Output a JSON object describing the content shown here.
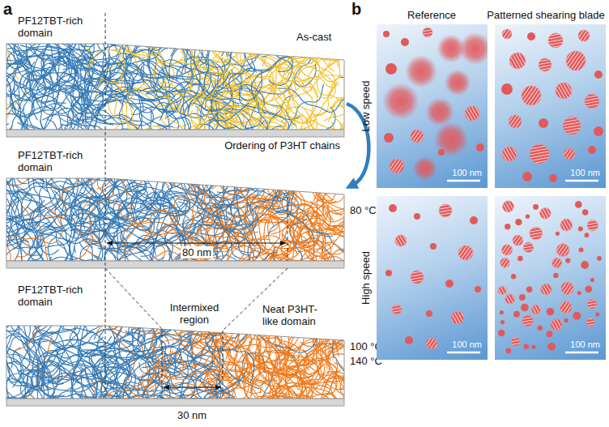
{
  "diagram": {
    "nodes": [
      {
        "text": [
          "100 nm"
        ]
      },
      {
        "text": [
          "100 nm"
        ]
      },
      {
        "text": [
          "100 nm"
        ]
      },
      {
        "text": [
          "100 nm"
        ]
      }
    ],
    "labels": [
      "a",
      "b",
      "PF12TBT-rich domain",
      "As-cast",
      "Ordering of P3HT chains",
      "PF12TBT-rich domain",
      "80 °C",
      "80 nm",
      "PF12TBT-rich domain",
      "Intermixed region",
      "Neat P3HT-like domain",
      "100 °C",
      "140 °C",
      "30 nm",
      "Reference",
      "Patterned shearing blade",
      "Low speed",
      "High speed"
    ]
  }
}
